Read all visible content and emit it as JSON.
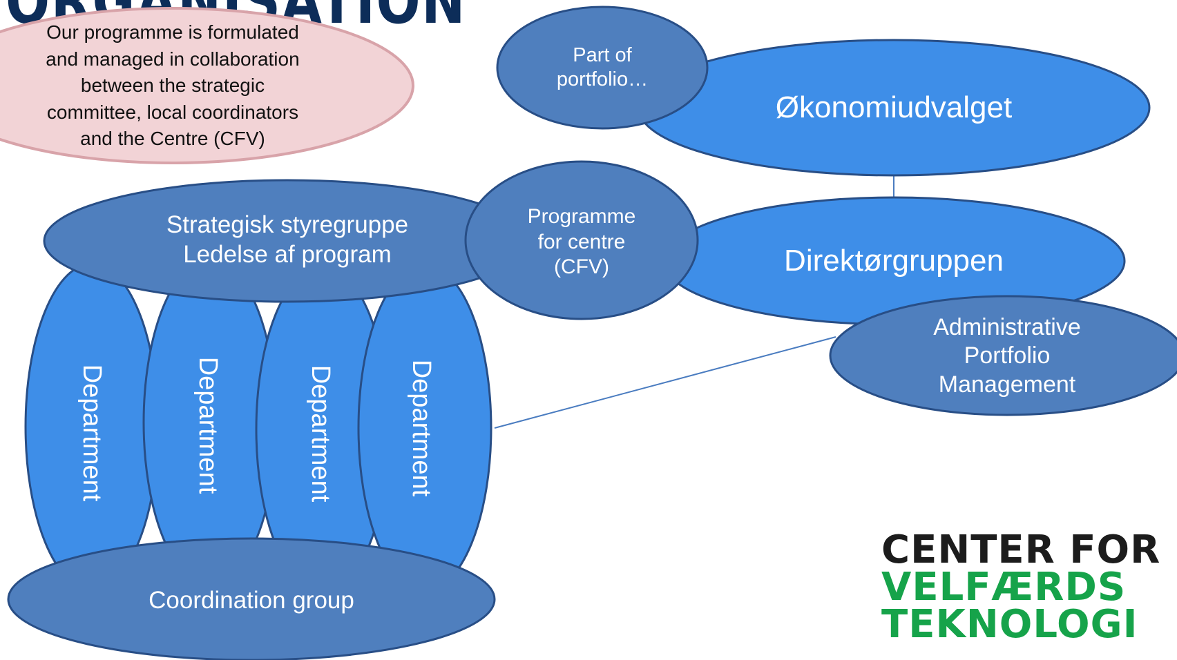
{
  "page": {
    "title": "ORGANISATION"
  },
  "callout": {
    "lines": [
      "Our programme is formulated",
      "and managed in collaboration",
      "between the strategic",
      "committee, local coordinators",
      "and the Centre (CFV)"
    ]
  },
  "nodes": {
    "part_of_portfolio": [
      "Part of",
      "portfolio…"
    ],
    "okonomiudvalget": "Økonomiudvalget",
    "programme_for_centre": [
      "Programme",
      "for centre",
      "(CFV)"
    ],
    "direktorgruppen": "Direktørgruppen",
    "administrative_portfolio": [
      "Administrative",
      "Portfolio",
      "Management"
    ],
    "strategisk": [
      "Strategisk styregruppe",
      "Ledelse af program"
    ],
    "departments": [
      "Department",
      "Department",
      "Department",
      "Department"
    ],
    "coordination_group": "Coordination group"
  },
  "logo": {
    "line1": "CENTER FOR",
    "line2": "VELFÆRDS",
    "line3": "TEKNOLOGI"
  },
  "colors": {
    "bright_blue": "#3e8ee8",
    "steel_blue": "#4f7fbe",
    "outline": "#284e86",
    "callout_fill": "#f2d3d6",
    "callout_border": "#d8a3a9",
    "title": "#0d2d59",
    "logo_dark": "#1c1c1c",
    "logo_green": "#16a34a"
  }
}
